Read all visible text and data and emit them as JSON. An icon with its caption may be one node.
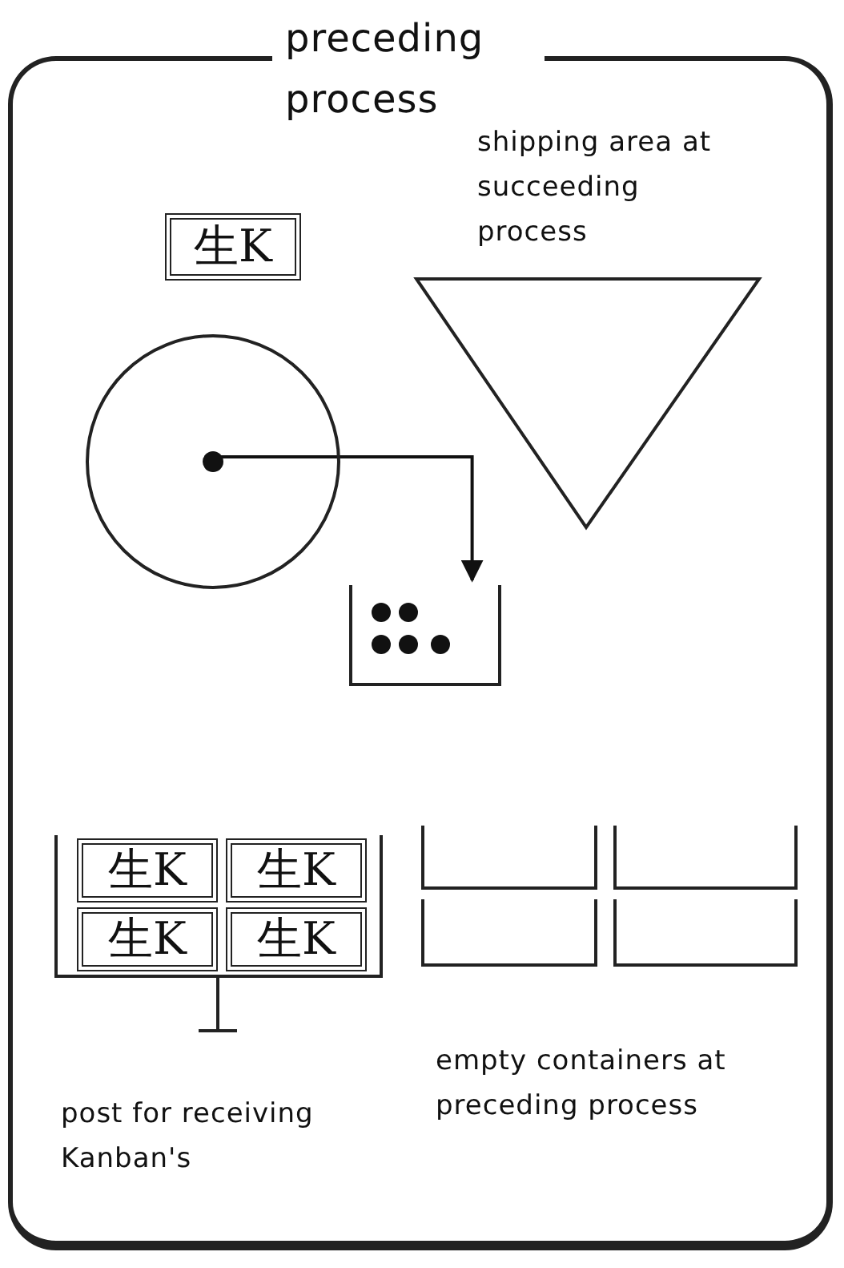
{
  "diagram": {
    "nodes": [
      {
        "text": [
          "preceding process"
        ]
      },
      {
        "text": [
          "生K"
        ],
        "in": 0
      },
      {
        "text": [],
        "shape": "circle",
        "in": 0
      },
      {
        "text": [],
        "shape": "circle",
        "in": 2
      },
      {
        "text": [],
        "shape": "box",
        "in": 0
      },
      {
        "text": [
          "shipping area at succeeding process"
        ],
        "in": 0
      },
      {
        "text": [
          "post for receiving Kanban's"
        ],
        "in": 0
      },
      {
        "text": [
          "生K"
        ],
        "in": 6
      },
      {
        "text": [
          "生K"
        ],
        "in": 6
      },
      {
        "text": [
          "生K"
        ],
        "in": 6
      },
      {
        "text": [
          "生K"
        ],
        "in": 6
      },
      {
        "text": [],
        "shape": "box",
        "in": 0
      },
      {
        "text": [],
        "shape": "box",
        "in": 0
      },
      {
        "text": [],
        "shape": "box",
        "in": 0
      },
      {
        "text": [],
        "shape": "box",
        "in": 0
      }
    ],
    "edges": [
      {
        "from": 3,
        "to": 4,
        "arrow": "to"
      }
    ],
    "labels": [
      "empty containers at preceding process"
    ]
  }
}
